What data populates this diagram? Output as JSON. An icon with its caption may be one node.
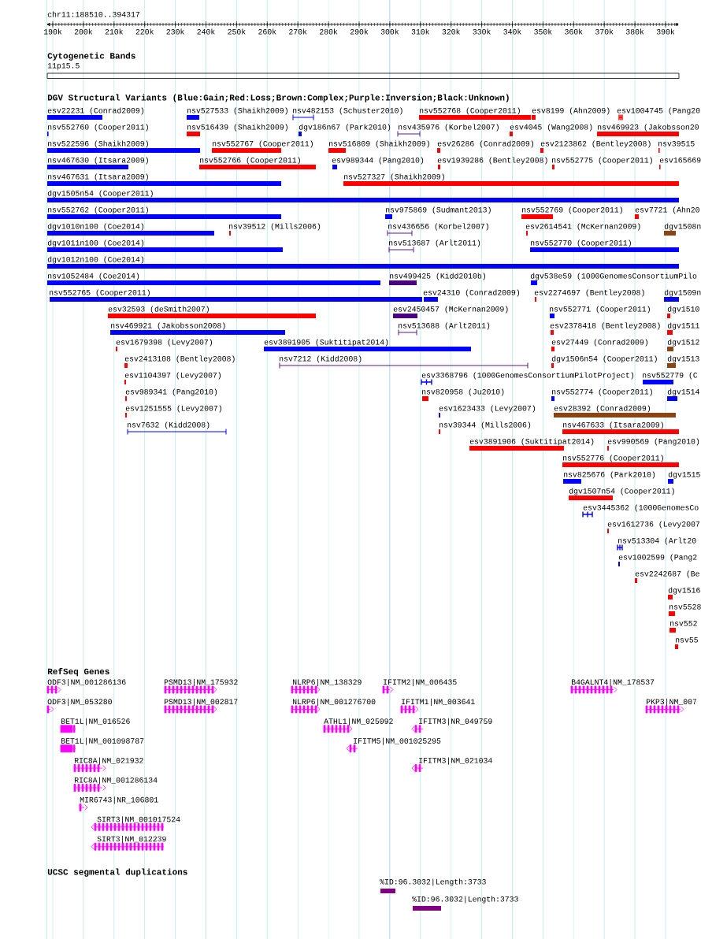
{
  "diagram": {
    "labels": [
      "chr11:188510..394317",
      "190k",
      "200k",
      "210k",
      "220k",
      "230k",
      "240k",
      "250k",
      "260k",
      "270k",
      "280k",
      "290k",
      "300k",
      "310k",
      "320k",
      "330k",
      "340k",
      "350k",
      "360k",
      "370k",
      "380k",
      "390k",
      "Cytogenetic Bands",
      "11p15.5",
      "DGV Structural Variants (Blue:Gain;Red:Loss;Brown:Complex;Purple:Inversion;Black:Unknown)",
      "esv22231 (Conrad2009)",
      "nsv527533 (Shaikh2009)",
      "nsv482153 (Schuster2010)",
      "nsv552768 (Cooper2011)",
      "esv8199 (Ahn2009)",
      "esv1004745 (Pang20",
      "nsv552760 (Cooper2011)",
      "nsv516439 (Shaikh2009)",
      "dgv186n67 (Park2010)",
      "nsv435976 (Korbel2007)",
      "esv4045 (Wang2008)",
      "nsv469923 (Jakobsson20",
      "nsv522596 (Shaikh2009)",
      "nsv552767 (Cooper2011)",
      "nsv516809 (Shaikh2009)",
      "esv26286 (Conrad2009)",
      "esv2123862 (Bentley2008)",
      "nsv39515",
      "nsv467630 (Itsara2009)",
      "nsv552766 (Cooper2011)",
      "esv989344 (Pang2010)",
      "esv1939286 (Bentley2008)",
      "nsv552775 (Cooper2011)",
      "esv165669",
      "nsv467631 (Itsara2009)",
      "nsv527327 (Shaikh2009)",
      "dgv1505n54 (Cooper2011)",
      "nsv552762 (Cooper2011)",
      "nsv975869 (Sudmant2013)",
      "nsv552769 (Cooper2011)",
      "esv7721 (Ahn20",
      "dgv1010n100 (Coe2014)",
      "nsv39512 (Mills2006)",
      "nsv436656 (Korbel2007)",
      "esv2614541 (McKernan2009)",
      "dgv1508n",
      "dgv1011n100 (Coe2014)",
      "nsv513687 (Arlt2011)",
      "nsv552770 (Cooper2011)",
      "dgv1012n100 (Coe2014)",
      "nsv1052484 (Coe2014)",
      "nsv499425 (Kidd2010b)",
      "dgv538e59 (1000GenomesConsortiumPilo",
      "nsv552765 (Cooper2011)",
      "esv24310 (Conrad2009)",
      "esv2274697 (Bentley2008)",
      "dgv1509n",
      "esv32593 (deSmith2007)",
      "esv2450457 (McKernan2009)",
      "nsv552771 (Cooper2011)",
      "dgv1510",
      "nsv469921 (Jakobsson2008)",
      "nsv513688 (Arlt2011)",
      "esv2378418 (Bentley2008)",
      "dgv1511",
      "esv1679398 (Levy2007)",
      "esv3891905 (Suktitipat2014)",
      "esv27449 (Conrad2009)",
      "dgv1512",
      "esv2413108 (Bentley2008)",
      "nsv7212 (Kidd2008)",
      "dgv1506n54 (Cooper2011)",
      "dgv1513",
      "esv1104397 (Levy2007)",
      "esv3368796 (1000GenomesConsortiumPilotProject)",
      "nsv552779 (C",
      "esv989341 (Pang2010)",
      "nsv820958 (Ju2010)",
      "nsv552774 (Cooper2011)",
      "dgv1514",
      "esv1251555 (Levy2007)",
      "esv1623433 (Levy2007)",
      "esv28392 (Conrad2009)",
      "nsv7632 (Kidd2008)",
      "nsv39344 (Mills2006)",
      "nsv467633 (Itsara2009)",
      "esv3891906 (Suktitipat2014)",
      "esv990569 (Pang2010)",
      "nsv552776 (Cooper2011)",
      "nsv825676 (Park2010)",
      "dgv1515",
      "dgv1507n54 (Cooper2011)",
      "esv3445362 (1000GenomesCo",
      "esv1612736 (Levy2007",
      "nsv513304 (Arlt20",
      "esv1002599 (Pang2",
      "esv2242687 (Be",
      "dgv1516",
      "nsv5528",
      "nsv552",
      "nsv55",
      "RefSeq Genes",
      "ODF3|NM_001286136",
      "PSMD13|NM_175932",
      "NLRP6|NM_138329",
      "IFITM2|NM_006435",
      "B4GALNT4|NM_178537",
      "ODF3|NM_053280",
      "PSMD13|NM_002817",
      "NLRP6|NM_001276700",
      "IFITM1|NM_003641",
      "PKP3|NM_007",
      "BET1L|NM_016526",
      "ATHL1|NM_025092",
      "IFITM3|NR_049759",
      "BET1L|NM_001098787",
      "IFITM5|NM_001025295",
      "RIC8A|NM_021932",
      "IFITM3|NM_021034",
      "RIC8A|NM_001286134",
      "MIR6743|NR_106801",
      "SIRT3|NM_001017524",
      "SIRT3|NM_012239",
      "UCSC segmental duplications",
      "%ID:96.3032|Length:3733",
      "%ID:96.3032|Length:3733"
    ]
  }
}
